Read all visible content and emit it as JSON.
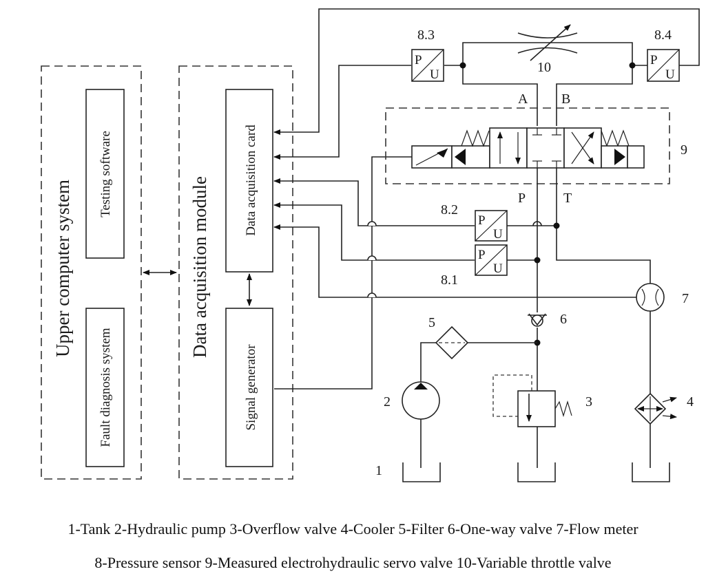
{
  "blocks": {
    "upper_computer": "Upper computer system",
    "testing_software": "Testing software",
    "fault_diagnosis": "Fault diagnosis system",
    "daq_module": "Data acquisition module",
    "daq_card": "Data acquisition card",
    "signal_generator": "Signal generator"
  },
  "labels": {
    "n1": "1",
    "n2": "2",
    "n3": "3",
    "n4": "4",
    "n5": "5",
    "n6": "6",
    "n7": "7",
    "n8_1": "8.1",
    "n8_2": "8.2",
    "n8_3": "8.3",
    "n8_4": "8.4",
    "n9": "9",
    "n10": "10",
    "port_a": "A",
    "port_b": "B",
    "port_p": "P",
    "port_t": "T",
    "sensor_p": "P",
    "sensor_u": "U"
  },
  "caption": {
    "line1": "1-Tank 2-Hydraulic pump 3-Overflow valve 4-Cooler 5-Filter 6-One-way valve 7-Flow meter",
    "line2": "8-Pressure sensor 9-Measured electrohydraulic servo valve 10-Variable throttle valve"
  }
}
